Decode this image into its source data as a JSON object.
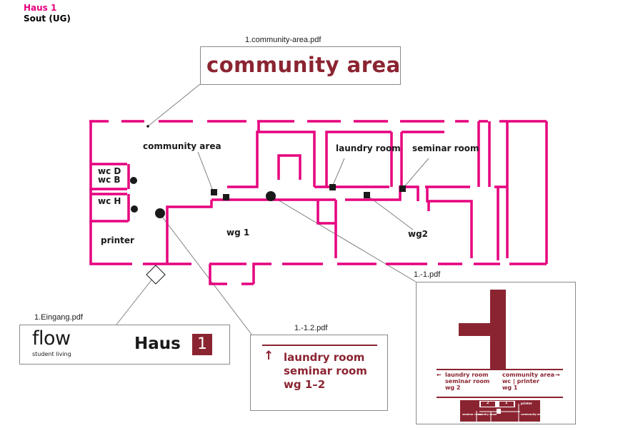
{
  "header": {
    "title": "Haus 1",
    "subtitle": "Sout (UG)"
  },
  "colors": {
    "wall": "#e6007e",
    "accent": "#8b2431",
    "marker": "#1a1a1a",
    "leader": "#808080"
  },
  "rooms": {
    "community_area": "community area",
    "wc_d": "wc D",
    "wc_b": "wc B",
    "wc_h": "wc H",
    "printer": "printer",
    "laundry": "laundry room",
    "seminar": "seminar room",
    "wg1": "wg 1",
    "wg2": "wg2"
  },
  "signs": {
    "community": {
      "file": "1.community-area.pdf",
      "text": "community area"
    },
    "entrance": {
      "file": "1.Eingang.pdf",
      "brand": "flow",
      "brand_sub": "student living",
      "house": "Haus",
      "house_num": "1"
    },
    "directional": {
      "file": "1.-1.2.pdf",
      "arrow": "↑",
      "lines": [
        "laundry room",
        "seminar room",
        "wg 1–2"
      ]
    },
    "floor": {
      "file": "1.-1.pdf",
      "left_arrow": "←",
      "right_arrow": "→",
      "left_lines": [
        "laundry room",
        "seminar room",
        "wg 2"
      ],
      "right_lines": [
        "community area",
        "wc | printer",
        "wg 1"
      ],
      "map_labels": [
        "2",
        "1",
        "printer",
        "seminar room",
        "laundry room",
        "community area"
      ]
    }
  }
}
